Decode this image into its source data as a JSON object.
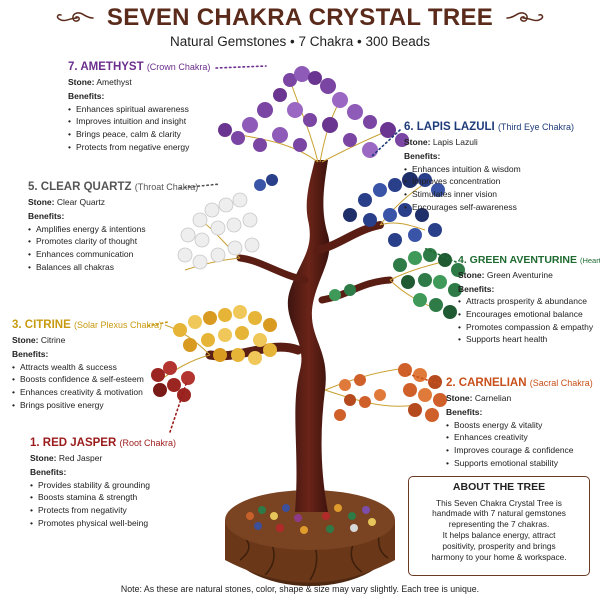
{
  "header": {
    "title": "SEVEN CHAKRA CRYSTAL TREE",
    "subtitle": "Natural Gemstones • 7 Chakra • 300 Beads"
  },
  "chakras": {
    "amethyst": {
      "name": "7. AMETHYST",
      "sub": "(Crown Chakra)",
      "stone_label": "Stone:",
      "stone": "Amethyst",
      "benefits_label": "Benefits:",
      "benefits": [
        "Enhances spiritual awareness",
        "Improves intuition and insight",
        "Brings peace, calm & clarity",
        "Protects from negative energy"
      ],
      "color": "#6b2e8c"
    },
    "lapis": {
      "name": "6. LAPIS LAZULI",
      "sub": "(Third Eye Chakra)",
      "stone_label": "Stone:",
      "stone": "Lapis Lazuli",
      "benefits_label": "Benefits:",
      "benefits": [
        "Enhances intuition & wisdom",
        "Improves concentration",
        "Stimulates inner vision",
        "Encourages self-awareness"
      ],
      "color": "#1f3b7a"
    },
    "quartz": {
      "name": "5. CLEAR QUARTZ",
      "sub": "(Throat Chakra)",
      "stone_label": "Stone:",
      "stone": "Clear Quartz",
      "benefits_label": "Benefits:",
      "benefits": [
        "Amplifies energy & intentions",
        "Promotes clarity of thought",
        "Enhances communication",
        "Balances all chakras"
      ],
      "color": "#555555"
    },
    "aventurine": {
      "name": "4. GREEN AVENTURINE",
      "sub": "(Heart Chakra)",
      "stone_label": "Stone:",
      "stone": "Green Aventurine",
      "benefits_label": "Benefits:",
      "benefits": [
        "Attracts prosperity & abundance",
        "Encourages emotional balance",
        "Promotes compassion & empathy",
        "Supports heart health"
      ],
      "color": "#1f6b32"
    },
    "citrine": {
      "name": "3. CITRINE",
      "sub": "(Solar Plexus Chakra)",
      "stone_label": "Stone:",
      "stone": "Citrine",
      "benefits_label": "Benefits:",
      "benefits": [
        "Attracts wealth & success",
        "Boosts confidence & self-esteem",
        "Enhances creativity & motivation",
        "Brings positive energy"
      ],
      "color": "#c89a12"
    },
    "carnelian": {
      "name": "2. CARNELIAN",
      "sub": "(Sacral Chakra)",
      "stone_label": "Stone:",
      "stone": "Carnelian",
      "benefits_label": "Benefits:",
      "benefits": [
        "Boosts energy & vitality",
        "Enhances creativity",
        "Improves courage & confidence",
        "Supports emotional stability"
      ],
      "color": "#c8501a"
    },
    "jasper": {
      "name": "1. RED JASPER",
      "sub": "(Root Chakra)",
      "stone_label": "Stone:",
      "stone": "Red Jasper",
      "benefits_label": "Benefits:",
      "benefits": [
        "Provides stability & grounding",
        "Boosts stamina & strength",
        "Protects from negativity",
        "Promotes physical well-being"
      ],
      "color": "#9b1b1b"
    }
  },
  "about": {
    "title": "ABOUT THE TREE",
    "line1": "This Seven Chakra Crystal Tree is",
    "line2": "handmade with 7 natural gemstones",
    "line3": "representing the 7 chakras.",
    "line4": "It helps balance energy, attract",
    "line5": "positivity, prosperity and brings",
    "line6": "harmony to your home & workspace."
  },
  "note": "Note: As these are natural stones, color, shape & size may vary slightly. Each tree is unique."
}
